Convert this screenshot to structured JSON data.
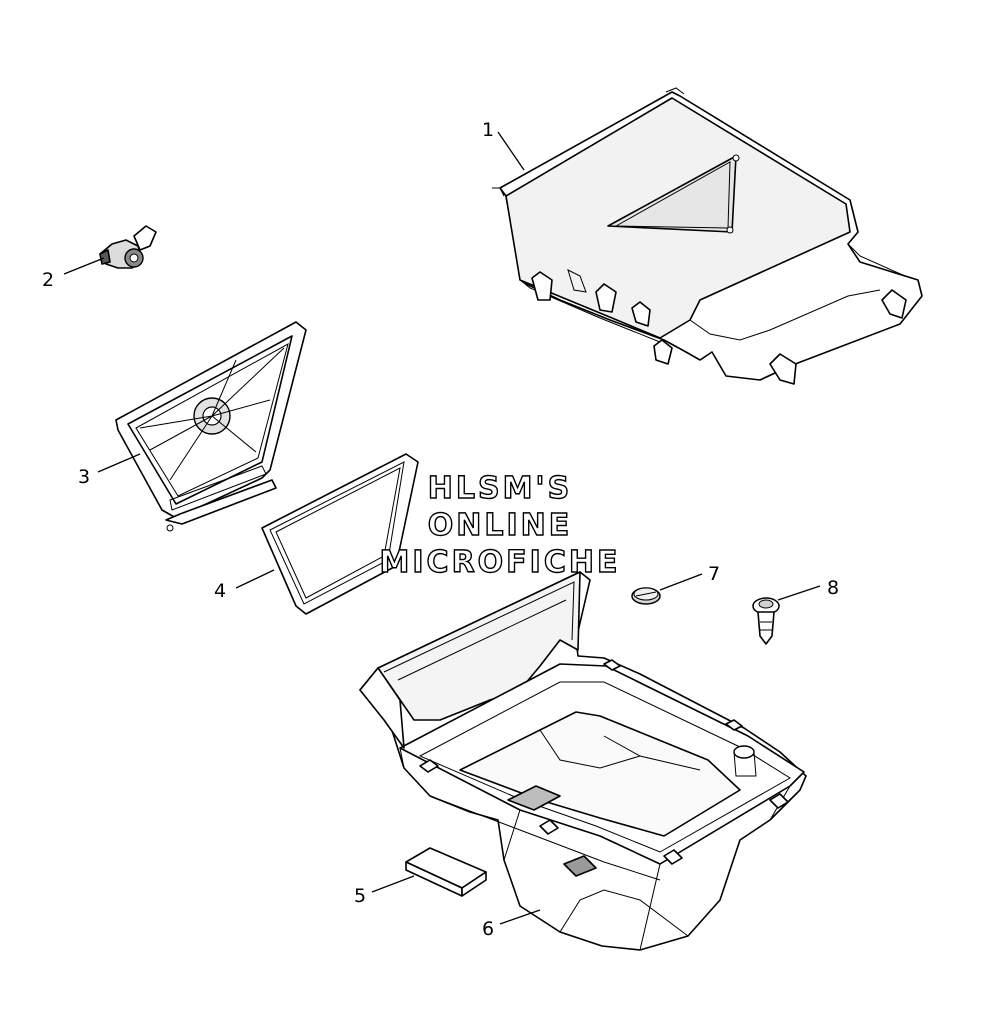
{
  "callouts": [
    {
      "id": "1",
      "label": "1"
    },
    {
      "id": "2",
      "label": "2"
    },
    {
      "id": "3",
      "label": "3"
    },
    {
      "id": "4",
      "label": "4"
    },
    {
      "id": "5",
      "label": "5"
    },
    {
      "id": "6",
      "label": "6"
    },
    {
      "id": "7",
      "label": "7"
    },
    {
      "id": "8",
      "label": "8"
    }
  ],
  "watermark": {
    "line1": "HLSM'S",
    "line2": "ONLINE",
    "line3": "MICROFICHE"
  },
  "colors": {
    "line": "#000000",
    "part_fill": "#ffffff",
    "shade": "#cfcfcf",
    "dark": "#3a3a3a"
  }
}
